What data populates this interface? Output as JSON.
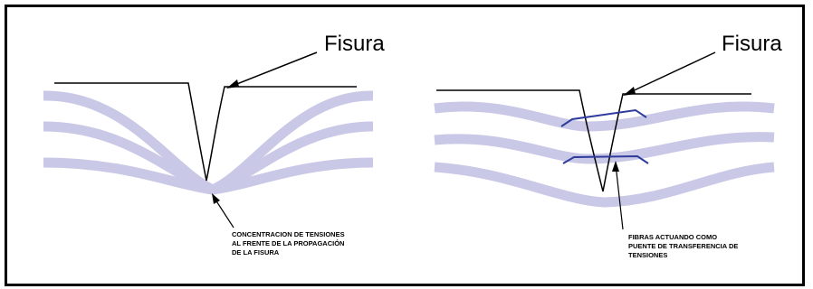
{
  "left_panel": {
    "crack_label": "Fisura",
    "note_lines": [
      "CONCENTRACION DE TENSIONES",
      "AL FRENTE DE LA PROPAGACIÓN",
      "DE LA FISURA"
    ]
  },
  "right_panel": {
    "crack_label": "Fisura",
    "note_lines": [
      "FIBRAS ACTUANDO COMO",
      "PUENTE DE TRANSFERENCIA DE",
      "TENSIONES"
    ]
  },
  "colors": {
    "band": "#c9c8e6",
    "fiber": "#2f3c9e",
    "line": "#000000",
    "frame": "#000000"
  }
}
